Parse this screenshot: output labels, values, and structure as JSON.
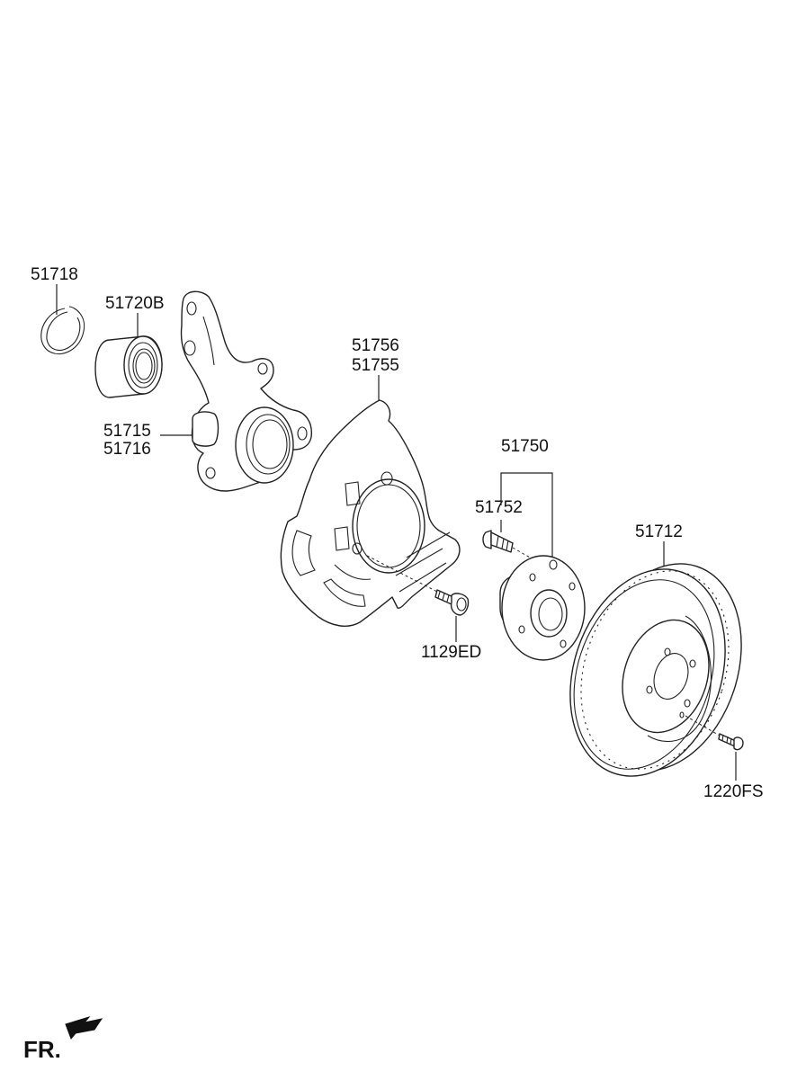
{
  "diagram": {
    "parts": [
      {
        "id": "snap-ring",
        "numbers": [
          "51718"
        ]
      },
      {
        "id": "bearing",
        "numbers": [
          "51720B"
        ]
      },
      {
        "id": "knuckle",
        "numbers": [
          "51715",
          "51716"
        ]
      },
      {
        "id": "dust-cover",
        "numbers": [
          "51756",
          "51755"
        ]
      },
      {
        "id": "hub-assy",
        "numbers": [
          "51750"
        ]
      },
      {
        "id": "hub-bolt",
        "numbers": [
          "51752"
        ]
      },
      {
        "id": "cover-bolt",
        "numbers": [
          "1129ED"
        ]
      },
      {
        "id": "disc",
        "numbers": [
          "51712"
        ]
      },
      {
        "id": "disc-screw",
        "numbers": [
          "1220FS"
        ]
      }
    ],
    "orientation_label": "FR."
  }
}
